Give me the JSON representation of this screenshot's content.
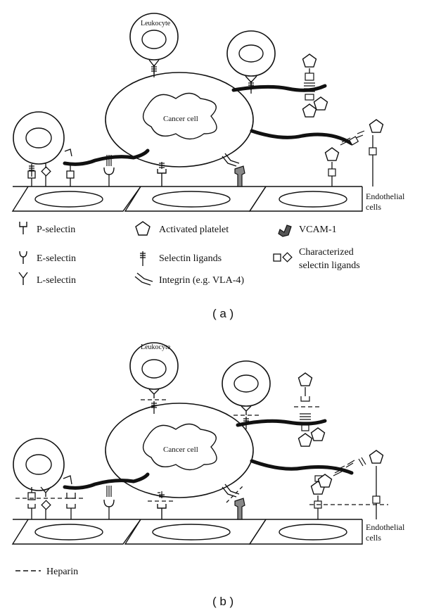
{
  "panel_a": {
    "leukocyte_label": "Leukocyte",
    "cancer_cell_label": "Cancer cell",
    "endothelial_label_line1": "Endothelial",
    "endothelial_label_line2": "cells",
    "caption": "( a )"
  },
  "panel_b": {
    "leukocyte_label": "Leukocyte",
    "cancer_cell_label": "Cancer cell",
    "endothelial_label_line1": "Endothelial",
    "endothelial_label_line2": "cells",
    "caption": "( b )"
  },
  "legend_a": {
    "p_selectin": "P-selectin",
    "e_selectin": "E-selectin",
    "l_selectin": "L-selectin",
    "activated_platelet": "Activated platelet",
    "selectin_ligands": "Selectin ligands",
    "integrin": "Integrin (e.g. VLA-4)",
    "vcam1": "VCAM-1",
    "characterized_line1": "Characterized",
    "characterized_line2": "selectin ligands"
  },
  "legend_b": {
    "heparin": "Heparin"
  }
}
